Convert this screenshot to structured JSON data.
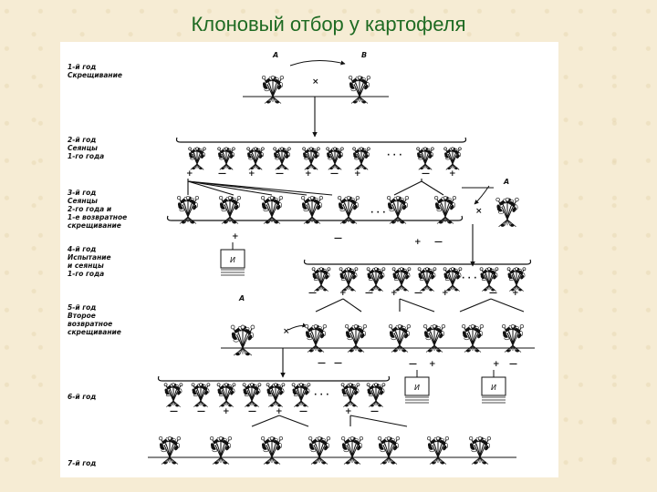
{
  "title": "Клоновый отбор у картофеля",
  "years": [
    {
      "lines": [
        "1-й год",
        "Скрещивание"
      ]
    },
    {
      "lines": [
        "2-й год",
        "Сеянцы",
        "1-го года"
      ]
    },
    {
      "lines": [
        "3-й год",
        "Сеянцы",
        "2-го года и",
        "1-е возвратное",
        "скрещивание"
      ]
    },
    {
      "lines": [
        "4-й год",
        "Испытание",
        "и сеянцы",
        "1-го года"
      ]
    },
    {
      "lines": [
        "5-й год",
        "Второе",
        "возвратное",
        "скрещивание"
      ]
    },
    {
      "lines": [
        "6-й год"
      ]
    },
    {
      "lines": [
        "7-й год"
      ]
    }
  ],
  "parents": {
    "a": "А",
    "b": "В"
  },
  "cross_symbol": "×",
  "plus": "+",
  "minus": "—",
  "ellipsis": "· · ·",
  "test_box_label": "И",
  "colors": {
    "title": "#1f6b23",
    "background": "#f6ecd4",
    "ink": "#111111"
  }
}
